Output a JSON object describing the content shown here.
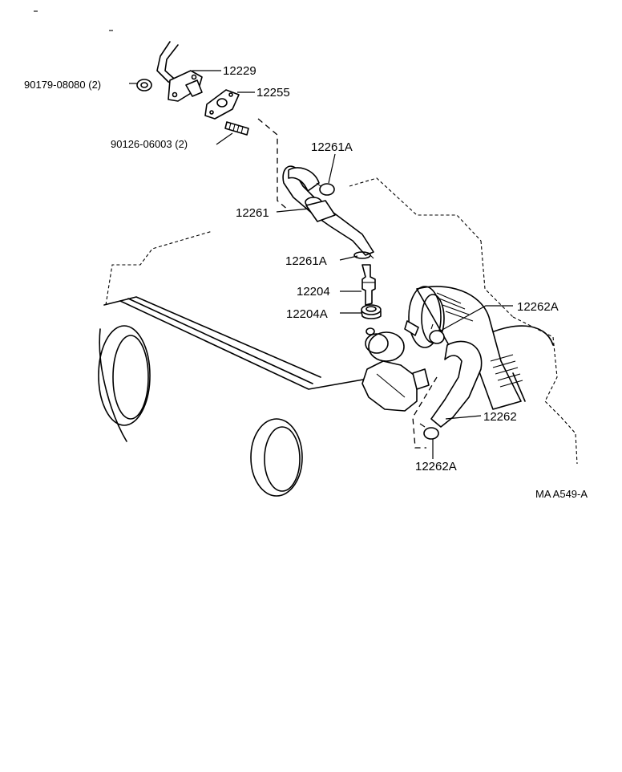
{
  "diagram": {
    "drawing_code": "MA A549-A",
    "callouts": [
      {
        "id": "c-12229",
        "text": "12229"
      },
      {
        "id": "c-12255",
        "text": "12255"
      },
      {
        "id": "c-90179",
        "text": "90179-08080 (2)"
      },
      {
        "id": "c-90126",
        "text": "90126-06003 (2)"
      },
      {
        "id": "c-12261A-top",
        "text": "12261A"
      },
      {
        "id": "c-12261",
        "text": "12261"
      },
      {
        "id": "c-12261A-mid",
        "text": "12261A"
      },
      {
        "id": "c-12204",
        "text": "12204"
      },
      {
        "id": "c-12204A",
        "text": "12204A"
      },
      {
        "id": "c-12262A-top",
        "text": "12262A"
      },
      {
        "id": "c-12262",
        "text": "12262"
      },
      {
        "id": "c-12262A-bot",
        "text": "12262A"
      }
    ]
  }
}
